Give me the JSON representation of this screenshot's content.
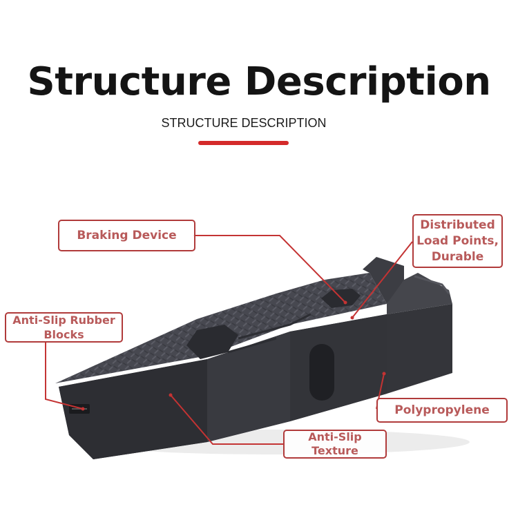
{
  "header": {
    "title": "Structure Description",
    "subtitle": "STRUCTURE DESCRIPTION"
  },
  "callouts": {
    "braking_device": "Braking Device",
    "distributed_load": "Distributed Load Points, Durable",
    "anti_slip_rubber": "Anti-Slip Rubber Blocks",
    "polypropylene": "Polypropylene",
    "anti_slip_texture": "Anti-Slip Texture"
  },
  "colors": {
    "accent_red": "#d42a2a",
    "callout_border": "#b03a3a",
    "callout_text": "#b85a5a",
    "ramp_body": "#3a3b40",
    "ramp_top": "#4a4b51",
    "ramp_shadow": "#26272b"
  }
}
